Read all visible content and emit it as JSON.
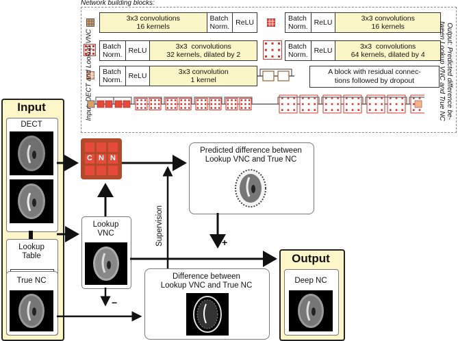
{
  "building_blocks": {
    "title": "Network building blocks:",
    "block1": {
      "conv": "3x3 convolutions\n16 kernels",
      "bn": "Batch\nNorm.",
      "relu": "ReLU"
    },
    "block2": {
      "bn": "Batch\nNorm.",
      "relu": "ReLU",
      "conv": "3x3 convolutions\n16 kernels"
    },
    "block3": {
      "bn": "Batch\nNorm.",
      "relu": "ReLU",
      "conv": "3x3  convolutions\n32 kernels, dilated by 2"
    },
    "block4": {
      "bn": "Batch\nNorm.",
      "relu": "ReLU",
      "conv": "3x3  convolutions\n64 kernels, dilated by 4"
    },
    "block5": {
      "bn": "Batch\nNorm.",
      "relu": "ReLU",
      "conv": "3x3 convolution\n1 kernel"
    },
    "residual_note": "A block with residual connec-\ntions followed by dropout",
    "input_label": "Input: DECT and Lookup VNC",
    "output_label": "Output: Predicted difference be-\ntween Lookup VNC and True NC"
  },
  "input_panel": {
    "title": "Input",
    "dect_label": "DECT",
    "lookup_table_label": "Lookup\nTable"
  },
  "cnn": {
    "letters": [
      "C",
      "N",
      "N"
    ]
  },
  "lookup_vnc": {
    "label": "Lookup\nVNC"
  },
  "true_nc": {
    "label": "True NC"
  },
  "predicted_diff": {
    "label": "Predicted difference between\nLookup VNC and True NC"
  },
  "difference": {
    "label": "Difference between\nLookup VNC and True NC"
  },
  "supervision_label": "Supervision",
  "plus_sign": "+",
  "minus_sign": "−",
  "output_panel": {
    "title": "Output",
    "deep_nc_label": "Deep NC"
  },
  "colors": {
    "accent_red": "#d9322b",
    "cnn_border": "#b04a2a",
    "yellow_panel": "#fdf6c9",
    "conv_fill": "#fbf6c8"
  }
}
